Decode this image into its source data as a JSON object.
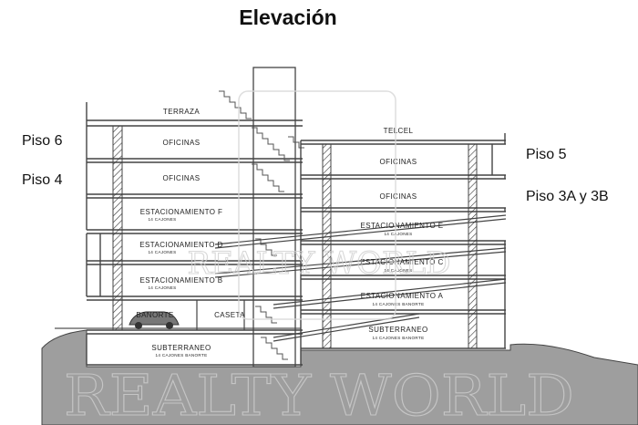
{
  "title": "Elevación",
  "floor_labels": {
    "left": [
      "Piso 6",
      "Piso 4"
    ],
    "right": [
      "Piso 5",
      "Piso 3A y 3B"
    ]
  },
  "left_tower": {
    "rooms": [
      {
        "name": "TERRAZA",
        "detail": ""
      },
      {
        "name": "OFICINAS",
        "detail": ""
      },
      {
        "name": "OFICINAS",
        "detail": ""
      },
      {
        "name": "ESTACIONAMIENTO F",
        "detail": "14 CAJONES"
      },
      {
        "name": "ESTACIONAMIENTO D",
        "detail": "14 CAJONES"
      },
      {
        "name": "ESTACIONAMIENTO B",
        "detail": "14 CAJONES"
      },
      {
        "name": "BANORTE",
        "detail": ""
      },
      {
        "name": "CASETA",
        "detail": ""
      },
      {
        "name": "SUBTERRANEO",
        "detail": "14 CAJONES BANORTE"
      }
    ]
  },
  "right_tower": {
    "rooms": [
      {
        "name": "TELCEL",
        "detail": ""
      },
      {
        "name": "OFICINAS",
        "detail": ""
      },
      {
        "name": "OFICINAS",
        "detail": ""
      },
      {
        "name": "ESTACIONAMIENTO E",
        "detail": "14 CAJONES"
      },
      {
        "name": "ESTACIONAMIENTO C",
        "detail": "14 CAJONES"
      },
      {
        "name": "ESTACIONAMIENTO A",
        "detail": "14 CAJONES BANORTE"
      },
      {
        "name": "SUBTERRANEO",
        "detail": "14 CAJONES BANORTE"
      }
    ]
  },
  "watermark": "REALTY WORLD"
}
